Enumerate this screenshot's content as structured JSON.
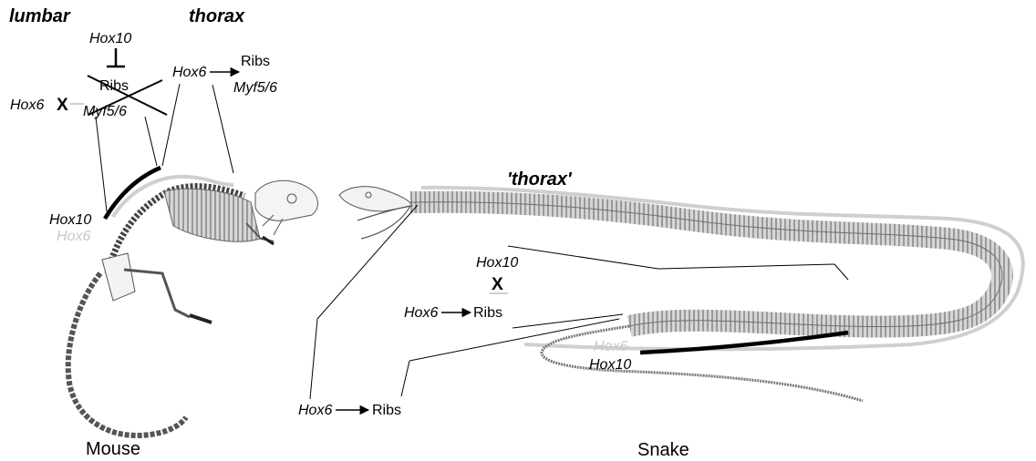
{
  "mouse": {
    "lumbar_label": "lumbar",
    "thorax_label": "thorax",
    "lumbar_inhibitor": "Hox10",
    "lumbar_crossed_top": "Ribs",
    "lumbar_crossed_bottom": "Myf5/6",
    "lumbar_input": "Hox6",
    "lumbar_block_mark": "X",
    "thorax_gene": "Hox6",
    "thorax_target_top": "Ribs",
    "thorax_target_bottom": "Myf5/6",
    "domain_hox10": "Hox10",
    "domain_hox6": "Hox6",
    "caption": "Mouse"
  },
  "snake": {
    "thorax_label": "'thorax'",
    "hox10_label": "Hox10",
    "hox10_mark": "X",
    "hox6_gene_1": "Hox6",
    "hox6_target_1": "Ribs",
    "hox6_gene_2": "Hox6",
    "hox6_target_2": "Ribs",
    "domain_hox6": "Hox6",
    "domain_hox10": "Hox10",
    "caption": "Snake"
  },
  "colors": {
    "text": "#000000",
    "hox6_gray": "#c8c8c8",
    "hox10_black": "#000000",
    "skeleton_fill": "#a9a9a9",
    "skeleton_line": "#555555"
  }
}
